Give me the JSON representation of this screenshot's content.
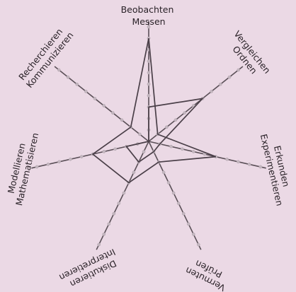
{
  "diagram": {
    "type": "radar",
    "max_level": 10,
    "axes": [
      {
        "id": "beobachten",
        "lines": [
          "Beobachten",
          "Messen"
        ]
      },
      {
        "id": "vergleichen",
        "lines": [
          "Vergleichen",
          "Ordnen"
        ]
      },
      {
        "id": "erkunden",
        "lines": [
          "Erkunden",
          "Experimentieren"
        ]
      },
      {
        "id": "vermuten",
        "lines": [
          "Vermuten",
          "Prüfen"
        ]
      },
      {
        "id": "diskutieren",
        "lines": [
          "Diskutieren",
          "Interpretieren"
        ]
      },
      {
        "id": "modellieren",
        "lines": [
          "Modellieren",
          "Mathematisieren"
        ]
      },
      {
        "id": "recherchieren",
        "lines": [
          "Recherchieren",
          "Kommunizieren"
        ]
      }
    ],
    "profiles": [
      {
        "name": "",
        "values": [
          9,
          1,
          6,
          2,
          4,
          5,
          2
        ]
      },
      {
        "name": "",
        "values": [
          3,
          6,
          1,
          1,
          2,
          2,
          0
        ]
      }
    ]
  }
}
